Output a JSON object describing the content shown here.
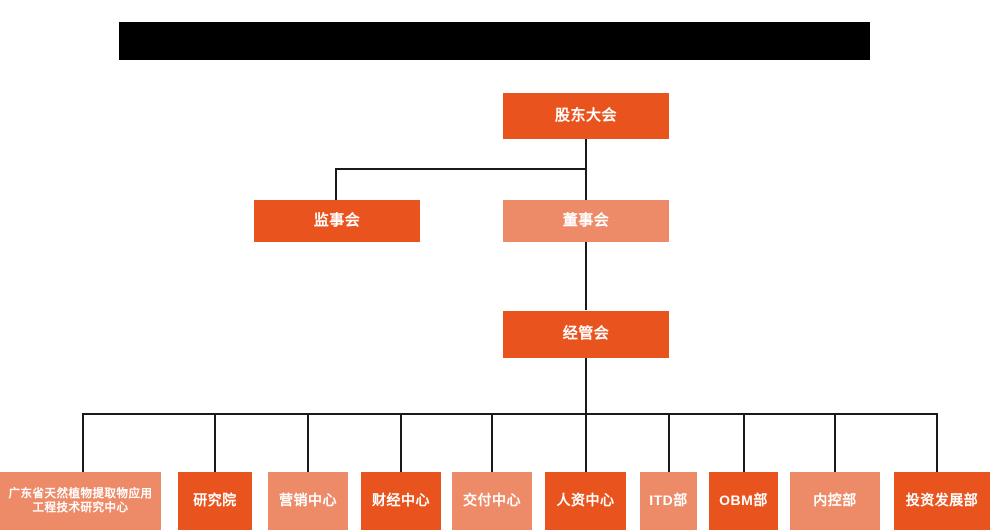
{
  "header": {
    "redacted_bar": true,
    "redacted_label": ""
  },
  "colors": {
    "dark_orange": "#E8531E",
    "light_orange": "#ED8A68",
    "line": "#1a1a1a",
    "background": "#ffffff",
    "redaction": "#000000",
    "text": "#ffffff"
  },
  "chart_data": {
    "type": "org-chart",
    "orientation": "top-down",
    "nodes": [
      {
        "id": "shareholders",
        "label": "股东大会",
        "tier": 1,
        "shade": "dark"
      },
      {
        "id": "supervisors",
        "label": "监事会",
        "tier": 2,
        "shade": "dark"
      },
      {
        "id": "directors",
        "label": "董事会",
        "tier": 2,
        "shade": "light"
      },
      {
        "id": "management",
        "label": "经管会",
        "tier": 3,
        "shade": "dark"
      },
      {
        "id": "dept-research-center",
        "label": "广东省天然植物提取物应用工程技术研究中心",
        "tier": 4,
        "shade": "light"
      },
      {
        "id": "dept-institute",
        "label": "研究院",
        "tier": 4,
        "shade": "dark"
      },
      {
        "id": "dept-marketing",
        "label": "营销中心",
        "tier": 4,
        "shade": "light"
      },
      {
        "id": "dept-finance",
        "label": "财经中心",
        "tier": 4,
        "shade": "dark"
      },
      {
        "id": "dept-delivery",
        "label": "交付中心",
        "tier": 4,
        "shade": "light"
      },
      {
        "id": "dept-hr",
        "label": "人资中心",
        "tier": 4,
        "shade": "dark"
      },
      {
        "id": "dept-itd",
        "label": "ITD部",
        "tier": 4,
        "shade": "light"
      },
      {
        "id": "dept-obm",
        "label": "OBM部",
        "tier": 4,
        "shade": "dark"
      },
      {
        "id": "dept-internal-control",
        "label": "内控部",
        "tier": 4,
        "shade": "light"
      },
      {
        "id": "dept-investment",
        "label": "投资发展部",
        "tier": 4,
        "shade": "dark"
      }
    ],
    "edges": [
      {
        "from": "shareholders",
        "to": "supervisors"
      },
      {
        "from": "shareholders",
        "to": "directors"
      },
      {
        "from": "directors",
        "to": "management"
      },
      {
        "from": "management",
        "to": "dept-research-center"
      },
      {
        "from": "management",
        "to": "dept-institute"
      },
      {
        "from": "management",
        "to": "dept-marketing"
      },
      {
        "from": "management",
        "to": "dept-finance"
      },
      {
        "from": "management",
        "to": "dept-delivery"
      },
      {
        "from": "management",
        "to": "dept-hr"
      },
      {
        "from": "management",
        "to": "dept-itd"
      },
      {
        "from": "management",
        "to": "dept-obm"
      },
      {
        "from": "management",
        "to": "dept-internal-control"
      },
      {
        "from": "management",
        "to": "dept-investment"
      }
    ]
  }
}
